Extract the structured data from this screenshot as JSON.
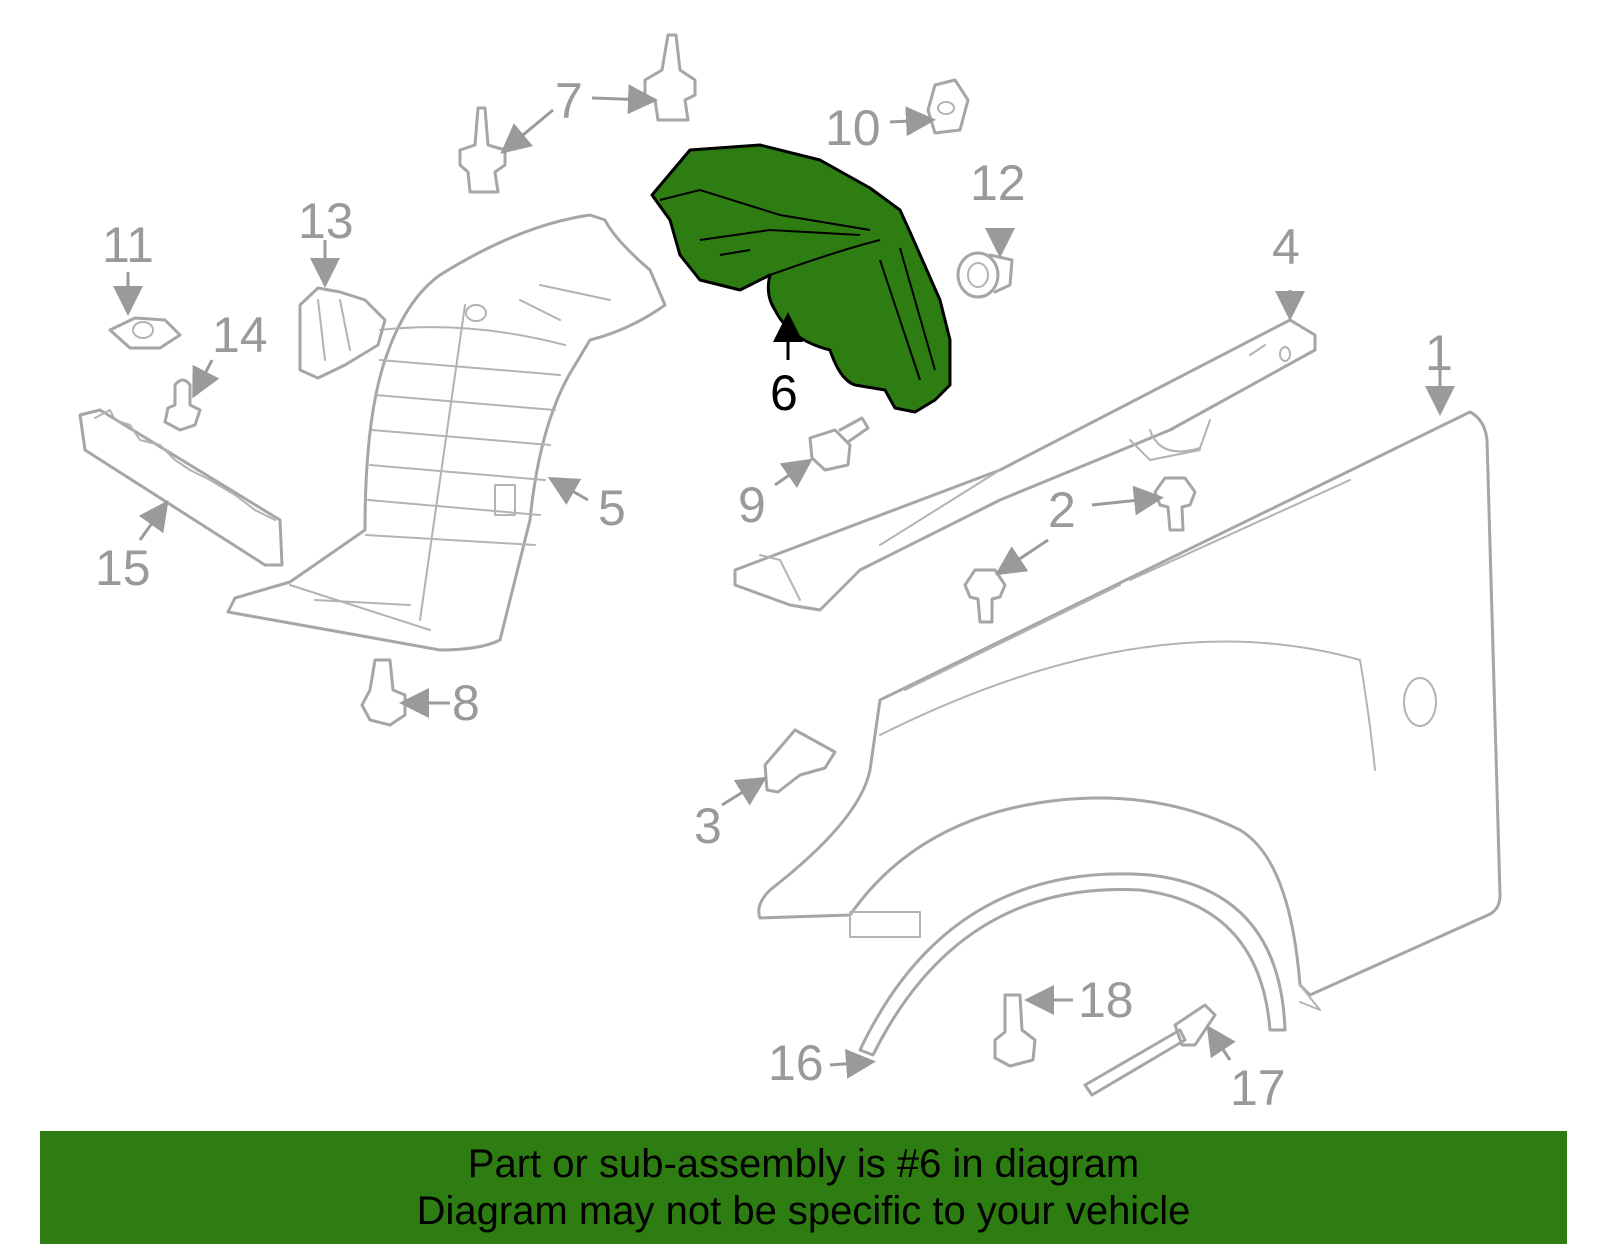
{
  "callouts": {
    "c1": "1",
    "c2": "2",
    "c3": "3",
    "c4": "4",
    "c5": "5",
    "c6": "6",
    "c7": "7",
    "c8": "8",
    "c9": "9",
    "c10": "10",
    "c11": "11",
    "c12": "12",
    "c13": "13",
    "c14": "14",
    "c15": "15",
    "c16": "16",
    "c17": "17",
    "c18": "18"
  },
  "highlight_color": "#2e7d12",
  "banner": {
    "line1": "Part or sub-assembly is #6 in diagram",
    "line2": "Diagram may not be specific to your vehicle"
  }
}
